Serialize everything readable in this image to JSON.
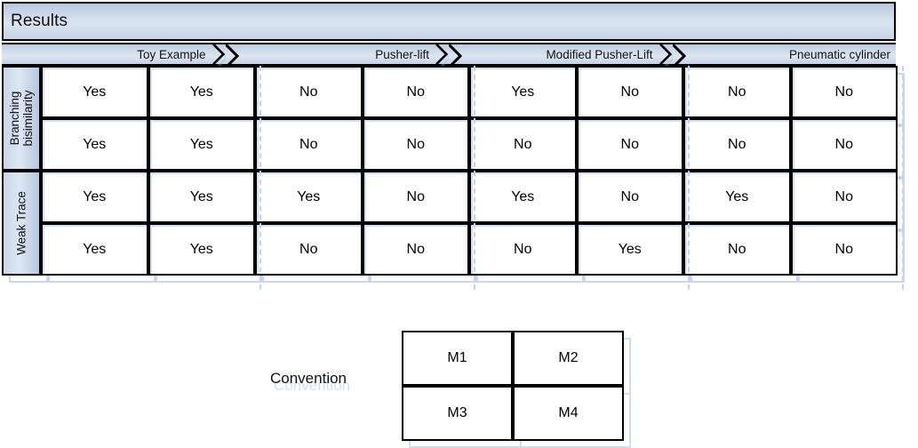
{
  "banner": {
    "title": "Results"
  },
  "groups": [
    {
      "label": "Toy Example"
    },
    {
      "label": "Pusher-lift"
    },
    {
      "label": "Modified Pusher-Lift"
    },
    {
      "label": "Pneumatic cylinder"
    }
  ],
  "row_groups": [
    {
      "label_lines": [
        "Branching",
        "bisimilarity"
      ]
    },
    {
      "label_lines": [
        "Weak Trace"
      ]
    }
  ],
  "chart_data": {
    "type": "table",
    "title": "Results",
    "column_groups": [
      "Toy Example",
      "Pusher-lift",
      "Modified Pusher-Lift",
      "Pneumatic cylinder"
    ],
    "methods_per_group": [
      "M1",
      "M2",
      "M3",
      "M4"
    ],
    "row_groups": [
      "Branching bisimilarity",
      "Weak Trace"
    ],
    "rows": [
      {
        "group": "Branching bisimilarity",
        "sub": "top",
        "values": [
          "Yes",
          "Yes",
          "No",
          "No",
          "Yes",
          "No",
          "No",
          "No"
        ]
      },
      {
        "group": "Branching bisimilarity",
        "sub": "bottom",
        "values": [
          "Yes",
          "Yes",
          "No",
          "No",
          "No",
          "No",
          "No",
          "No"
        ]
      },
      {
        "group": "Weak Trace",
        "sub": "top",
        "values": [
          "Yes",
          "Yes",
          "Yes",
          "No",
          "Yes",
          "No",
          "Yes",
          "No"
        ]
      },
      {
        "group": "Weak Trace",
        "sub": "bottom",
        "values": [
          "Yes",
          "Yes",
          "No",
          "No",
          "No",
          "Yes",
          "No",
          "No"
        ]
      }
    ]
  },
  "matrix": {
    "rows": [
      [
        "Yes",
        "Yes",
        "No",
        "No",
        "Yes",
        "No",
        "No",
        "No"
      ],
      [
        "Yes",
        "Yes",
        "No",
        "No",
        "No",
        "No",
        "No",
        "No"
      ],
      [
        "Yes",
        "Yes",
        "Yes",
        "No",
        "Yes",
        "No",
        "Yes",
        "No"
      ],
      [
        "Yes",
        "Yes",
        "No",
        "No",
        "No",
        "Yes",
        "No",
        "No"
      ]
    ]
  },
  "convention": {
    "label": "Convention",
    "cells": [
      [
        "M1",
        "M2"
      ],
      [
        "M3",
        "M4"
      ]
    ]
  },
  "colors": {
    "banner_light": "#dbe4f1",
    "banner_dark": "#b9c8de",
    "shadow_blue": "#c7d6ee",
    "border": "#000000",
    "cell_bg": "#ffffff"
  }
}
